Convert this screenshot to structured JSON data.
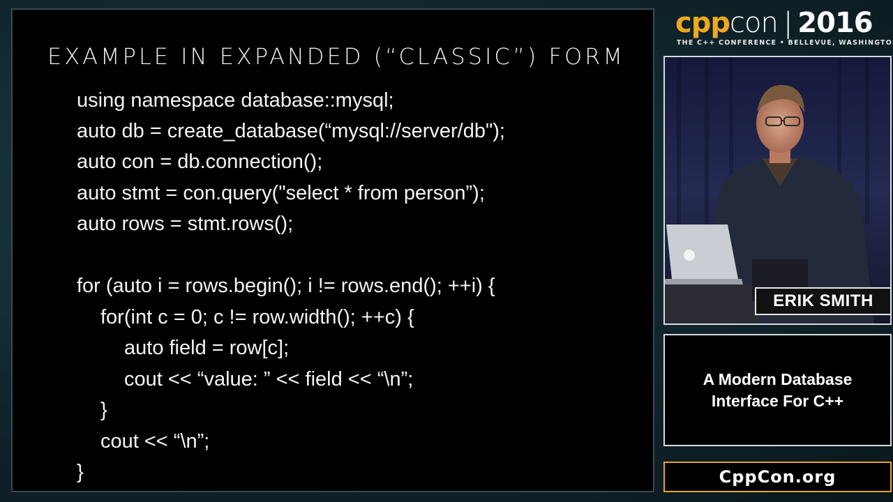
{
  "slide": {
    "title": "EXAMPLE IN EXPANDED (“CLASSIC”) FORM",
    "code_lines": [
      "using namespace database::mysql;",
      "auto db = create_database(“mysql://server/db\");",
      "auto con = db.connection();",
      "auto stmt = con.query(\"select * from person”);",
      "auto rows = stmt.rows();",
      "for (auto i = rows.begin(); i != rows.end(); ++i) {",
      "for(int c = 0; c != row.width(); ++c) {",
      "auto field = row[c];",
      "cout << “value: ” << field << “\\n”;",
      "}",
      "cout << “\\n”;",
      "}"
    ]
  },
  "logo": {
    "cpp": "cpp",
    "con": "con",
    "separator": "|",
    "year": "2016",
    "tagline": "THE C++ CONFERENCE • BELLEVUE, WASHINGTON",
    "accent_color": "#f0a81c"
  },
  "speaker": {
    "name": "ERIK SMITH"
  },
  "talk": {
    "title": "A Modern Database\nInterface For C++"
  },
  "site": {
    "url": "CppCon.org"
  }
}
